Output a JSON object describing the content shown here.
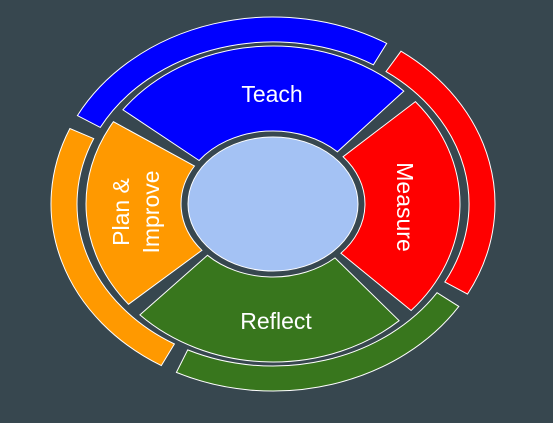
{
  "background_color": "#37474f",
  "separator_color": "#37474f",
  "hub_color": "#a4c2f4",
  "segments": [
    {
      "id": "teach",
      "label_lines": [
        "Teach"
      ],
      "color": "#0000ff"
    },
    {
      "id": "measure",
      "label_lines": [
        "Measure"
      ],
      "color": "#ff0000"
    },
    {
      "id": "reflect",
      "label_lines": [
        "Reflect"
      ],
      "color": "#38761d"
    },
    {
      "id": "plan-improve",
      "label_lines": [
        "Plan &",
        "Improve"
      ],
      "color": "#ff9900"
    }
  ]
}
